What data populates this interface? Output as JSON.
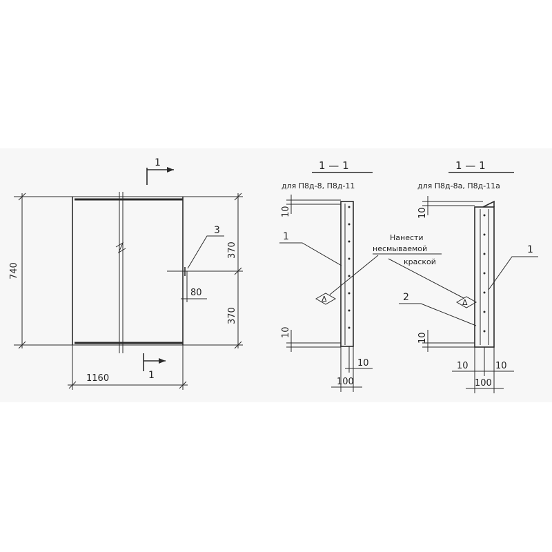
{
  "colors": {
    "paper": "#f7f7f7",
    "ink": "#2a2a2a"
  },
  "plan": {
    "section_mark": "1",
    "dims": {
      "height": "740",
      "width": "1160",
      "half_top": "370",
      "half_bottom": "370",
      "offset": "80"
    },
    "callout": "3"
  },
  "section_a": {
    "title": "1 — 1",
    "caption": "для П8д-8, П8д-11",
    "dims": {
      "top": "10",
      "bottom": "10",
      "right": "10",
      "width": "100"
    },
    "callout": "1",
    "triangle_mark": "Δ"
  },
  "section_b": {
    "title": "1 — 1",
    "caption": "для П8д-8а, П8д-11а",
    "dims": {
      "top": "10",
      "bottom": "10",
      "left": "10",
      "right": "10",
      "width": "100"
    },
    "callout_1": "1",
    "callout_2": "2",
    "triangle_mark": "Δ"
  },
  "note": {
    "line1": "Нанести",
    "line2": "несмываемой",
    "line3": "краской"
  }
}
